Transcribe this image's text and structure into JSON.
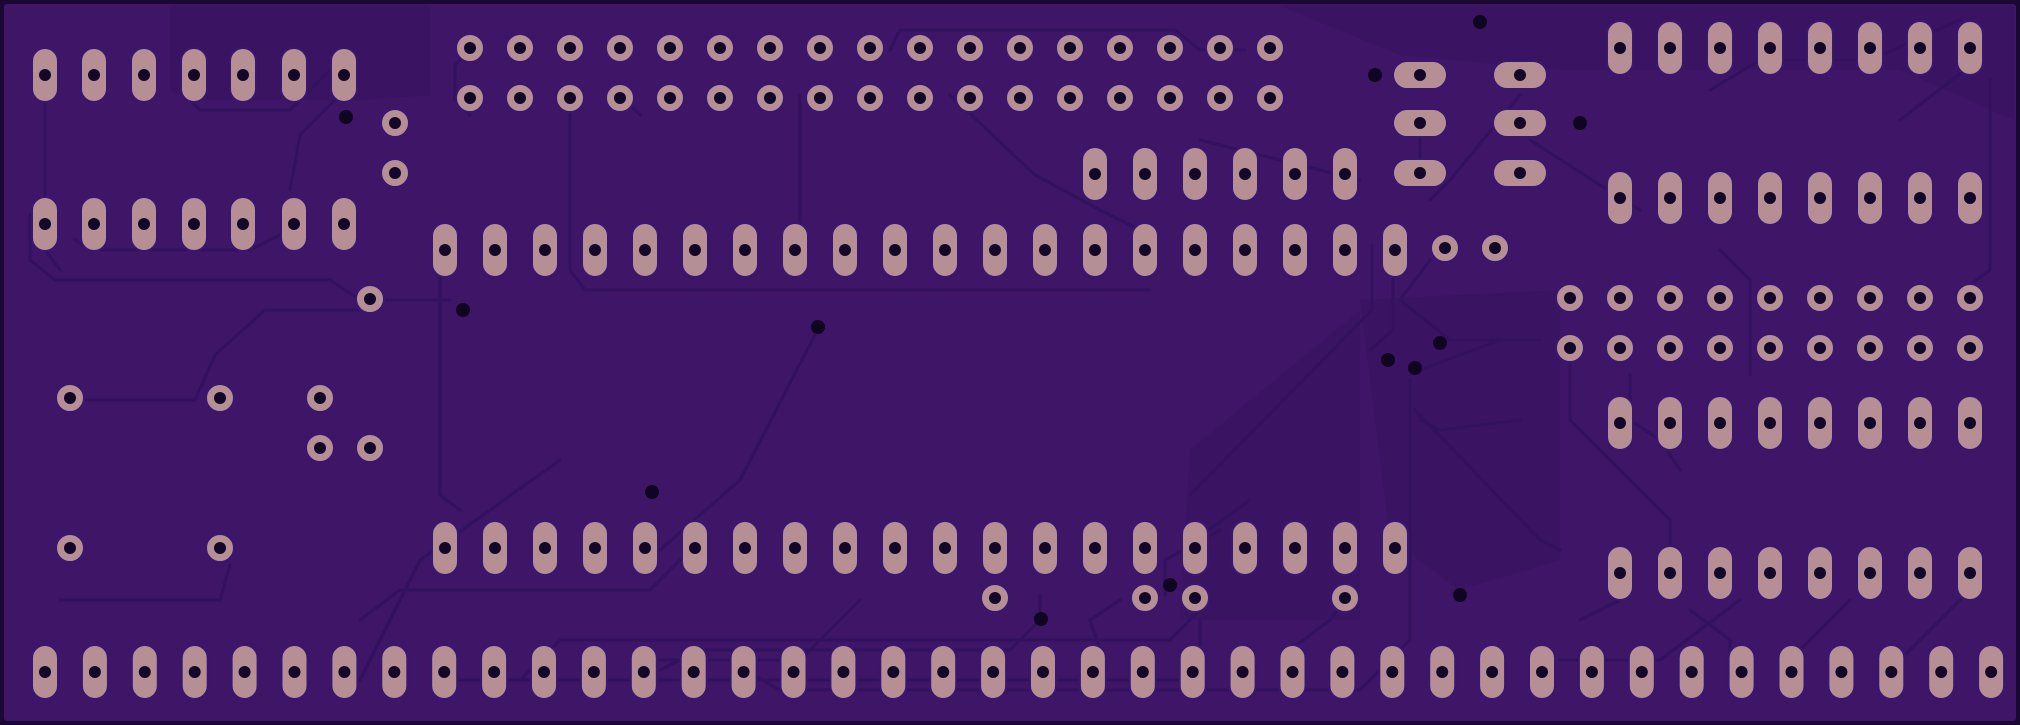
{
  "board": {
    "kind": "pcb-bottom-copper-render",
    "colors": {
      "substrate": "#3e1567",
      "copper_pour": "#38125f",
      "trace": "#33115e",
      "pad": "#b58f93",
      "drill": "#14082a",
      "outline": "#1a0833"
    }
  },
  "components": [
    {
      "name": "dip14-left"
    },
    {
      "name": "header-2x17"
    },
    {
      "name": "dip16-right-top"
    },
    {
      "name": "header-2x9-right"
    },
    {
      "name": "dip16-right-bottom"
    },
    {
      "name": "dip40-center"
    },
    {
      "name": "sip6-center"
    },
    {
      "name": "jumper-block-2x3"
    },
    {
      "name": "edge-connector-40"
    }
  ]
}
